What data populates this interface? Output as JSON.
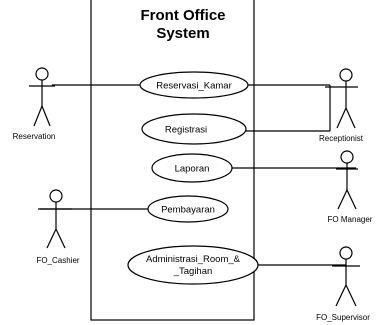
{
  "system": {
    "title_line1": "Front Office",
    "title_line2": "System"
  },
  "use_cases": {
    "reservasi_kamar": "Reservasi_Kamar",
    "registrasi": "Registrasi",
    "laporan": "Laporan",
    "pembayaran": "Pembayaran",
    "administrasi_line1": "Administrasi_Room_&",
    "administrasi_line2": "_Tagihan"
  },
  "actors": {
    "reservation": "Reservation",
    "receptionist": "Receptionist",
    "fo_manager": "FO Manager",
    "fo_cashier": "FO_Cashier",
    "fo_supervisor": "FO_Supervisor"
  }
}
